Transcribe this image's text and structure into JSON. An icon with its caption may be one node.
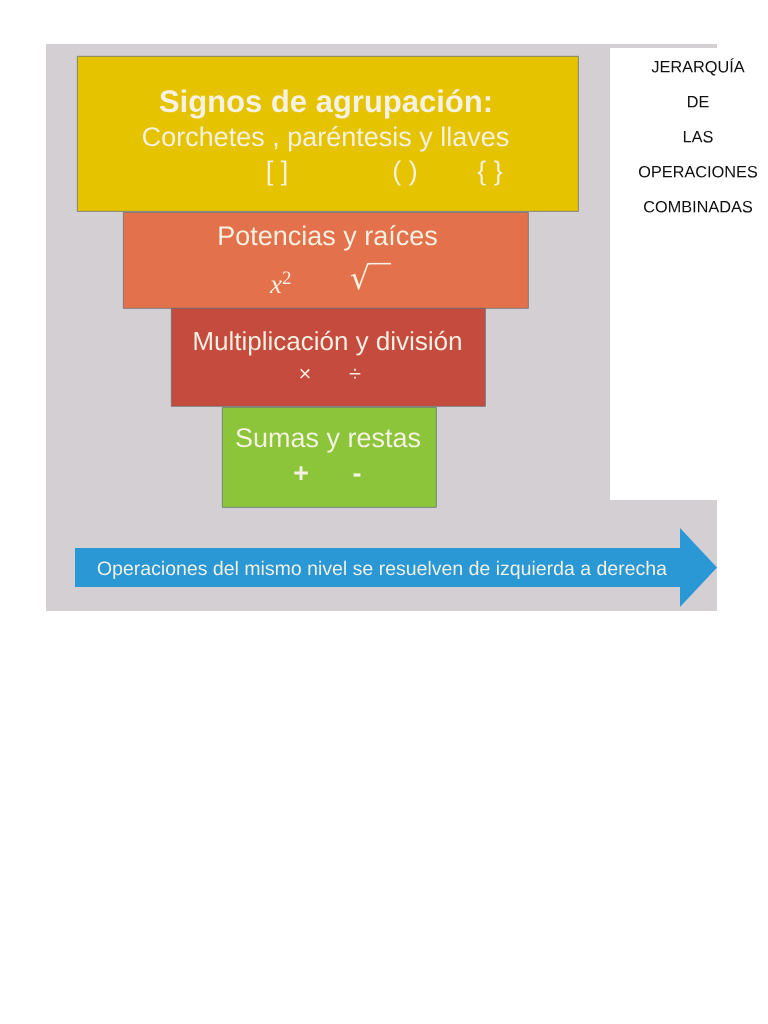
{
  "diagram": {
    "title": "JERARQUÍA DE LAS OPERACIONES COMBINADAS",
    "nodes": [
      {
        "text": [
          "Signos de agrupación:",
          "Corchetes , paréntesis y llaves",
          "[ ]",
          "( )",
          "{ }"
        ]
      },
      {
        "text": [
          "Potencias y raíces",
          "*x*$^{2}$",
          "√"
        ]
      },
      {
        "text": [
          "Multiplicación y división",
          "×",
          "÷"
        ]
      },
      {
        "text": [
          "Sumas y restas",
          "+",
          "-"
        ]
      },
      {
        "text": [
          "Operaciones del mismo nivel se resuelven de izquierda a derecha"
        ]
      }
    ]
  }
}
